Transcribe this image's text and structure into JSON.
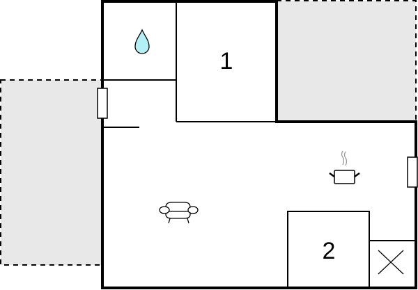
{
  "floorplan": {
    "rooms": [
      {
        "id": "room-1",
        "label": "1"
      },
      {
        "id": "room-2",
        "label": "2"
      }
    ],
    "icons": {
      "bathroom": "water-drop-icon",
      "kitchen": "cooking-pot-icon",
      "living": "sofa-icon",
      "storage": "cross-box-icon"
    },
    "colors": {
      "wall": "#000000",
      "terrace_fill": "#e8e8e8",
      "water": "#b3f0f5",
      "steam": "#999999",
      "background": "#ffffff"
    }
  }
}
